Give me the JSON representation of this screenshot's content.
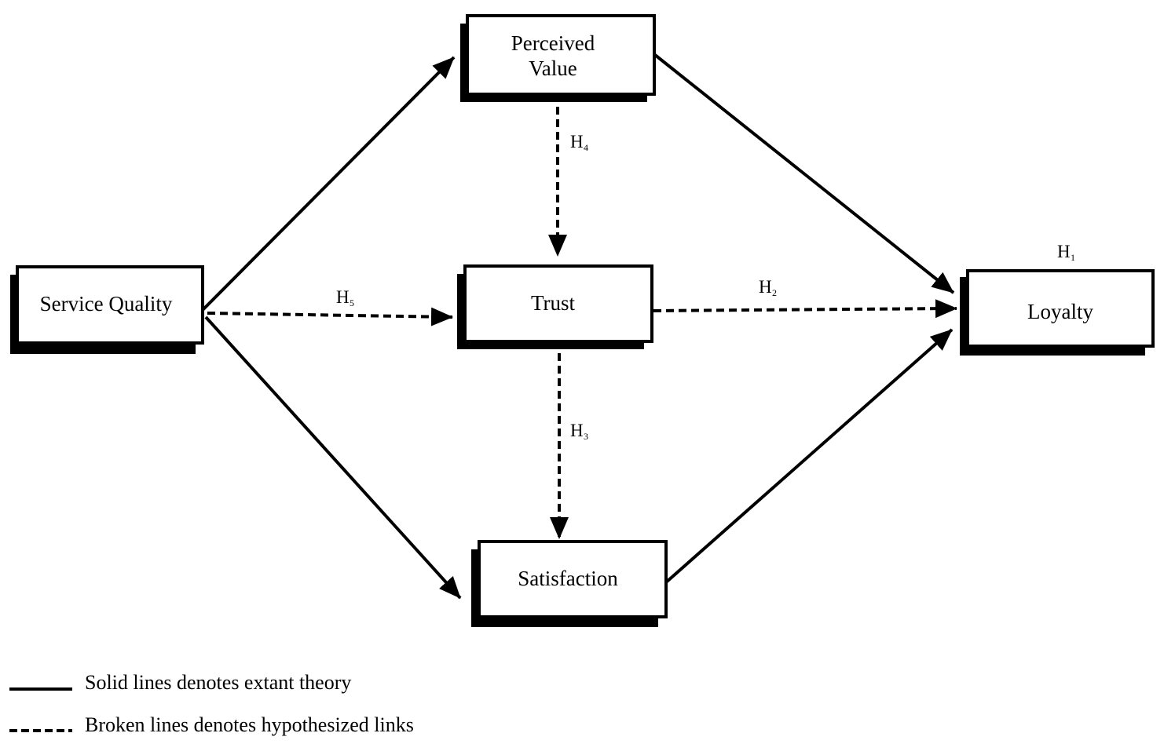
{
  "nodes": {
    "perceived_value": {
      "line1": "Perceived",
      "line2": "Value"
    },
    "service_quality": {
      "label": "Service Quality"
    },
    "trust": {
      "label": "Trust"
    },
    "satisfaction": {
      "label": "Satisfaction"
    },
    "loyalty": {
      "label": "Loyalty"
    }
  },
  "hypotheses": {
    "h1": {
      "letter": "H",
      "sub": "1"
    },
    "h2": {
      "letter": "H",
      "sub": "2"
    },
    "h3": {
      "letter": "H",
      "sub": "3"
    },
    "h4": {
      "letter": "H",
      "sub": "4"
    },
    "h5": {
      "letter": "H",
      "sub": "5"
    }
  },
  "legend": {
    "solid": "Solid  lines denotes  extant  theory",
    "dashed": "Broken lines denotes hypothesized links"
  },
  "colors": {
    "line": "#000000",
    "box_fill": "#ffffff",
    "shadow": "#000000"
  }
}
